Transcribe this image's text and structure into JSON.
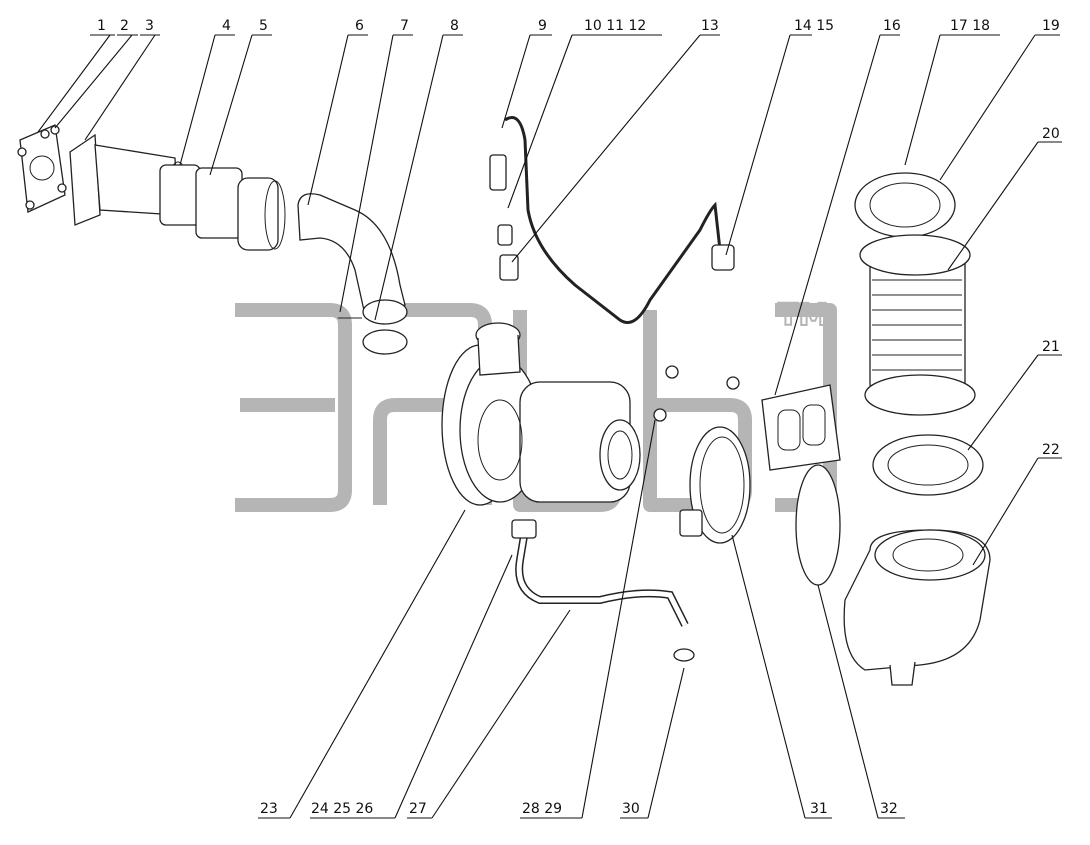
{
  "drawing": {
    "type": "exploded-parts-diagram",
    "callouts": {
      "c1": "1",
      "c2": "2",
      "c3": "3",
      "c4": "4",
      "c5": "5",
      "c6": "6",
      "c7": "7",
      "c8": "8",
      "c9": "9",
      "c10_12": "10 11 12",
      "c13": "13",
      "c14_15": "14 15",
      "c16": "16",
      "c17_18": "17 18",
      "c19": "19",
      "c20": "20",
      "c21": "21",
      "c22": "22",
      "c23": "23",
      "c24_26": "24 25 26",
      "c27": "27",
      "c28_29": "28 29",
      "c30": "30",
      "c31": "31",
      "c32": "32"
    },
    "watermark": {
      "trademark": "TM",
      "color": "#b5b5b5"
    },
    "line_color": "#222222"
  }
}
